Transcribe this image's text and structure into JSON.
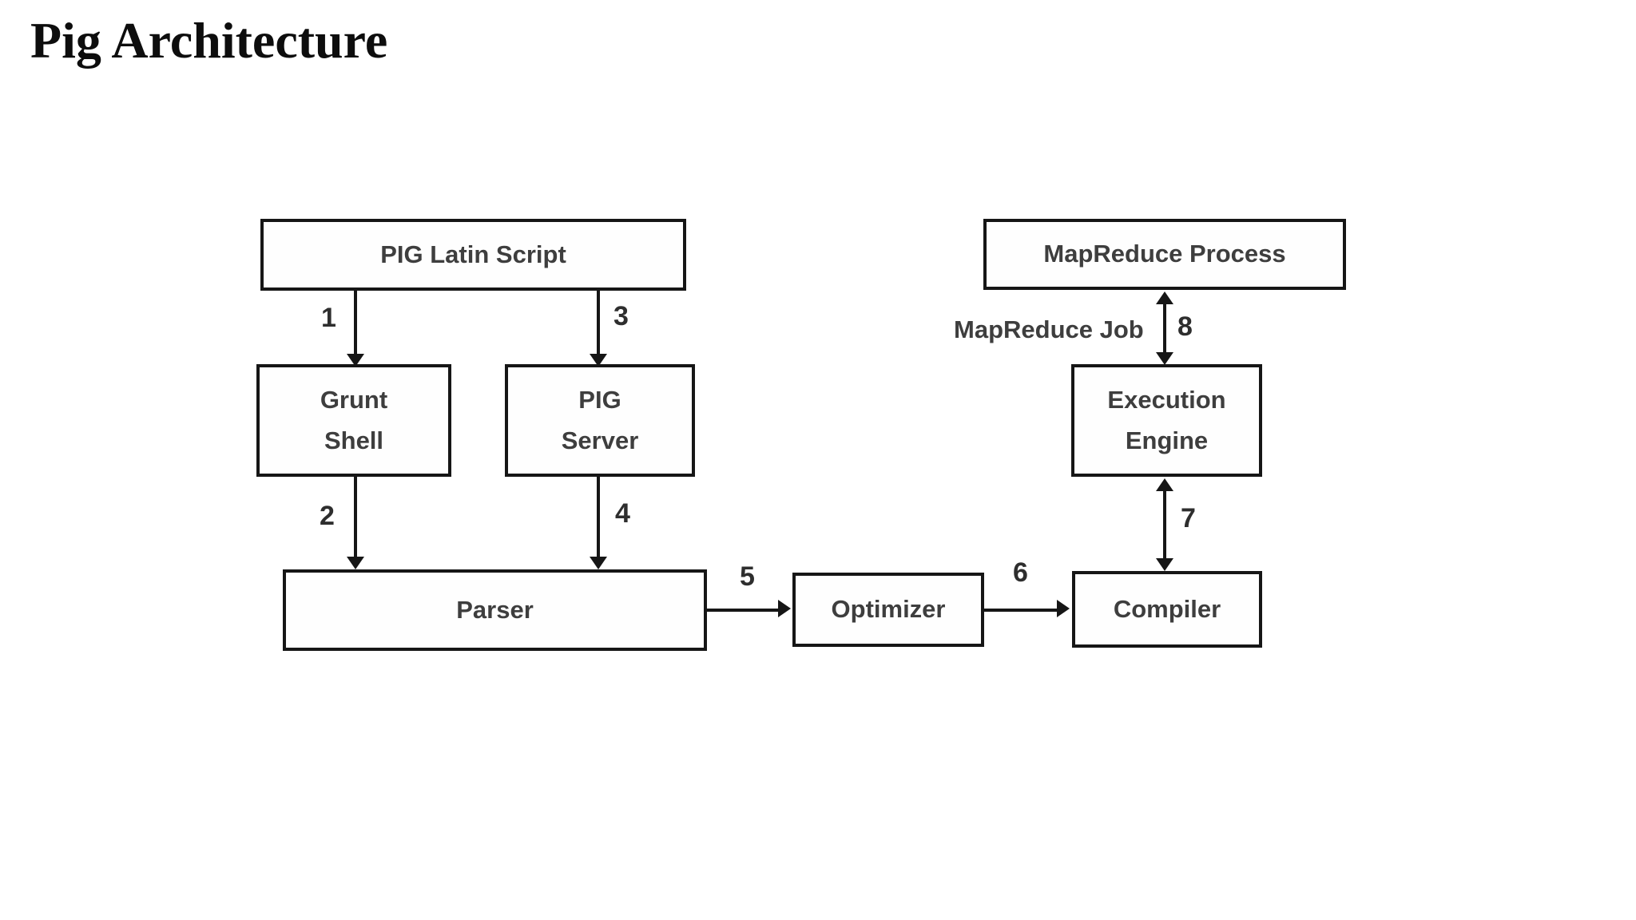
{
  "title": "Pig Architecture",
  "diagram": {
    "nodes": {
      "pig_latin_script": "PIG Latin Script",
      "grunt_shell": "Grunt\nShell",
      "pig_server": "PIG\nServer",
      "parser": "Parser",
      "optimizer": "Optimizer",
      "compiler": "Compiler",
      "execution_engine": "Execution\nEngine",
      "mapreduce_process": "MapReduce Process"
    },
    "annotations": {
      "mapreduce_job": "MapReduce Job"
    },
    "edges": [
      {
        "label": "1",
        "from": "PIG Latin Script",
        "to": "Grunt Shell",
        "bidirectional": false
      },
      {
        "label": "2",
        "from": "Grunt Shell",
        "to": "Parser",
        "bidirectional": false
      },
      {
        "label": "3",
        "from": "PIG Latin Script",
        "to": "PIG Server",
        "bidirectional": false
      },
      {
        "label": "4",
        "from": "PIG Server",
        "to": "Parser",
        "bidirectional": false
      },
      {
        "label": "5",
        "from": "Parser",
        "to": "Optimizer",
        "bidirectional": false
      },
      {
        "label": "6",
        "from": "Optimizer",
        "to": "Compiler",
        "bidirectional": false
      },
      {
        "label": "7",
        "from": "Compiler",
        "to": "Execution Engine",
        "bidirectional": true
      },
      {
        "label": "8",
        "from": "Execution Engine",
        "to": "MapReduce Process",
        "bidirectional": true
      }
    ],
    "colors": {
      "background": "#ffffff",
      "box_border": "#161616",
      "box_text": "#3e3e3e",
      "arrow": "#161616",
      "title_text": "#0d0d0d"
    }
  }
}
